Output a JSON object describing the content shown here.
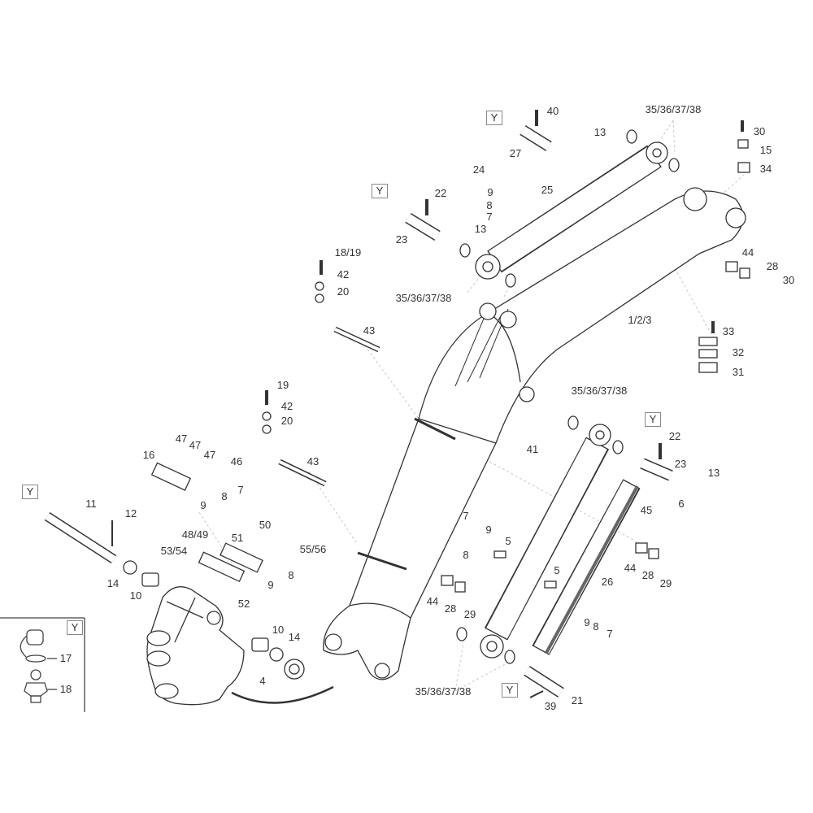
{
  "diagram": {
    "type": "exploded parts diagram",
    "callout_symbol": "Y",
    "labels": [
      "40",
      "35/36/37/38",
      "30",
      "15",
      "34",
      "13",
      "27",
      "24",
      "25",
      "22",
      "9",
      "8",
      "7",
      "13",
      "23",
      "18/19",
      "42",
      "20",
      "35/36/37/38",
      "44",
      "28",
      "30",
      "1/2/3",
      "43",
      "33",
      "32",
      "31",
      "19",
      "42",
      "20",
      "35/36/37/38",
      "22",
      "41",
      "23",
      "13",
      "43",
      "47",
      "47",
      "47",
      "16",
      "46",
      "7",
      "8",
      "9",
      "11",
      "12",
      "45",
      "6",
      "7",
      "9",
      "5",
      "8",
      "50",
      "48/49",
      "51",
      "53/54",
      "55/56",
      "8",
      "9",
      "5",
      "44",
      "28",
      "29",
      "14",
      "10",
      "26",
      "52",
      "44",
      "28",
      "29",
      "17",
      "18",
      "10",
      "14",
      "9",
      "8",
      "7",
      "4",
      "35/36/37/38",
      "21",
      "39"
    ],
    "callouts": [
      "Y",
      "Y",
      "Y",
      "Y",
      "Y",
      "Y"
    ]
  },
  "colors": {
    "line": "#333333",
    "leader": "#aaaaaa",
    "text": "#333333"
  }
}
